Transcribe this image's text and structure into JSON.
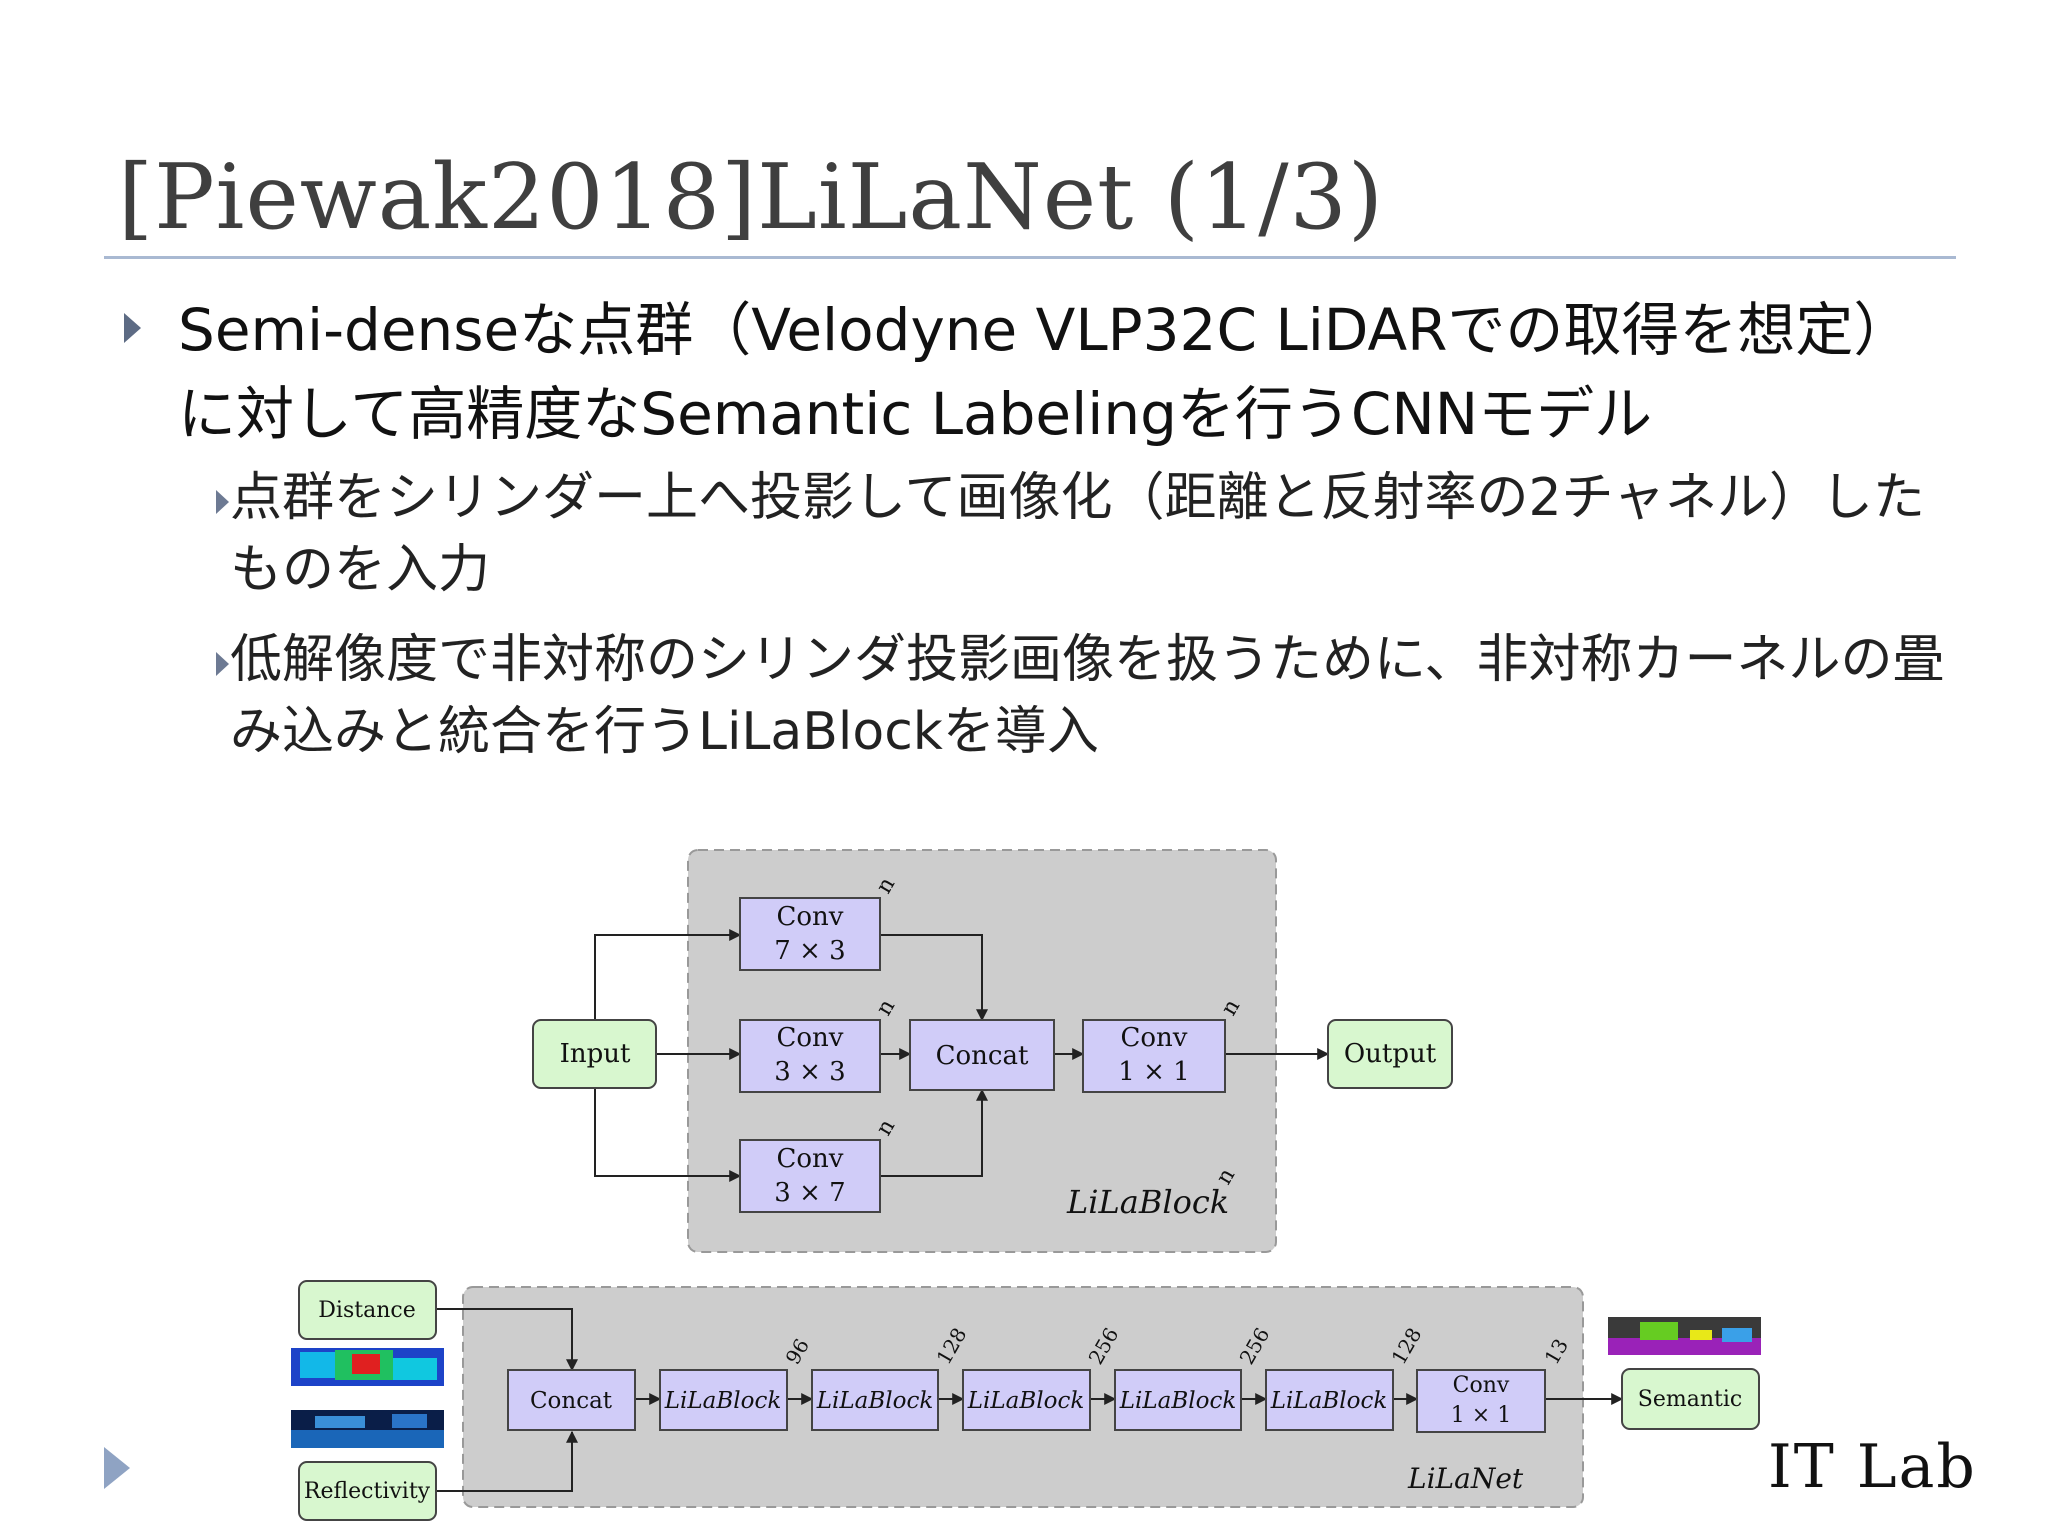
{
  "slide": {
    "title": "[Piewak2018]LiLaNet (1/3)",
    "bullet1": "Semi-denseな点群（Velodyne VLP32C LiDARでの取得を想定）に対して高精度なSemantic Labelingを行うCNNモデル",
    "sub1": "点群をシリンダー上へ投影して画像化（距離と反射率の2チャネル）したものを入力",
    "sub2": "低解像度で非対称のシリンダ投影画像を扱うために、非対称カーネルの畳み込みと統合を行うLiLaBlockを導入",
    "logo": "IT Lab"
  },
  "lilablock": {
    "input": "Input",
    "output": "Output",
    "conv73": [
      "Conv",
      "7 × 3"
    ],
    "conv33": [
      "Conv",
      "3 × 3"
    ],
    "conv37": [
      "Conv",
      "3 × 7"
    ],
    "concat": "Concat",
    "conv11": [
      "Conv",
      "1 × 1"
    ],
    "n": "n",
    "caption": "LiLaBlock"
  },
  "lilanet": {
    "distance": "Distance",
    "reflectivity": "Reflectivity",
    "concat": "Concat",
    "blocks": [
      "LiLaBlock",
      "LiLaBlock",
      "LiLaBlock",
      "LiLaBlock",
      "LiLaBlock"
    ],
    "channels": [
      "96",
      "128",
      "256",
      "256",
      "128",
      "13"
    ],
    "conv": [
      "Conv",
      "1 × 1"
    ],
    "semantic": "Semantic",
    "caption": "LiLaNet"
  },
  "colors": {
    "green": "#d8f7cf",
    "purple": "#d0ccf8",
    "panel": "#cdcdcd",
    "accent": "#a9b9d2"
  }
}
